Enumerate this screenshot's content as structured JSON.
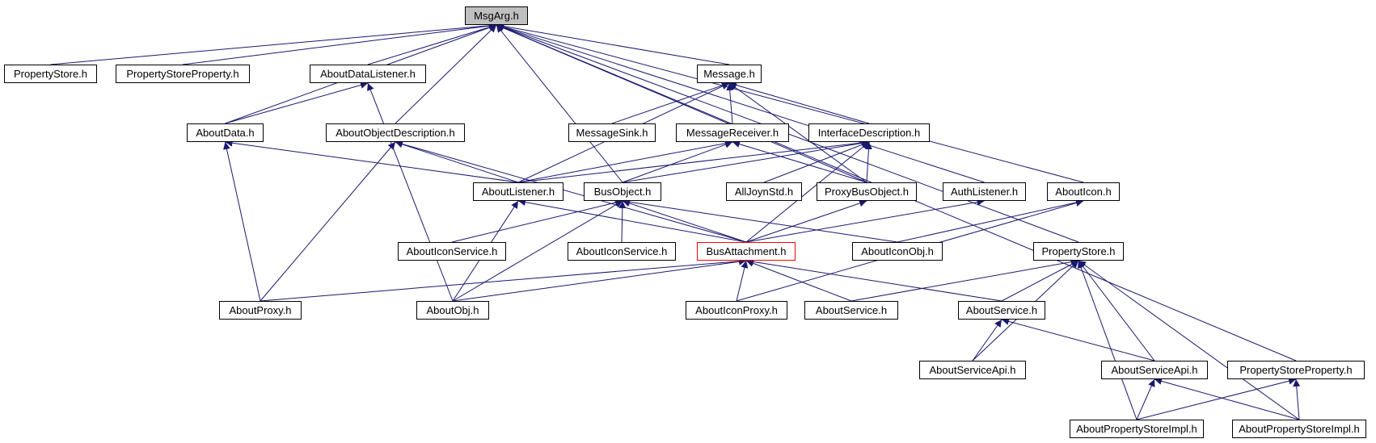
{
  "colors": {
    "edge": "#191970",
    "node_border": "#000000",
    "root_fill": "#bfbfbf",
    "highlight_border": "#ff0000"
  },
  "nodes": [
    {
      "id": "msgarg",
      "label": "MsgArg.h",
      "kind": "root"
    },
    {
      "id": "ps_top",
      "label": "PropertyStore.h"
    },
    {
      "id": "psp_top",
      "label": "PropertyStoreProperty.h"
    },
    {
      "id": "adl",
      "label": "AboutDataListener.h"
    },
    {
      "id": "message",
      "label": "Message.h"
    },
    {
      "id": "aboutdata",
      "label": "AboutData.h"
    },
    {
      "id": "aod",
      "label": "AboutObjectDescription.h"
    },
    {
      "id": "msgsink",
      "label": "MessageSink.h"
    },
    {
      "id": "msgrecv",
      "label": "MessageReceiver.h"
    },
    {
      "id": "ifdesc",
      "label": "InterfaceDescription.h"
    },
    {
      "id": "alistener",
      "label": "AboutListener.h"
    },
    {
      "id": "busobj",
      "label": "BusObject.h"
    },
    {
      "id": "alljoynstd",
      "label": "AllJoynStd.h"
    },
    {
      "id": "proxy",
      "label": "ProxyBusObject.h"
    },
    {
      "id": "authl",
      "label": "AuthListener.h"
    },
    {
      "id": "aicon",
      "label": "AboutIcon.h"
    },
    {
      "id": "aisvc1",
      "label": "AboutIconService.h"
    },
    {
      "id": "aisvc2",
      "label": "AboutIconService.h"
    },
    {
      "id": "busatt",
      "label": "BusAttachment.h",
      "kind": "highlight"
    },
    {
      "id": "aiobj",
      "label": "AboutIconObj.h"
    },
    {
      "id": "ps_mid",
      "label": "PropertyStore.h"
    },
    {
      "id": "aproxy",
      "label": "AboutProxy.h"
    },
    {
      "id": "aobj",
      "label": "AboutObj.h"
    },
    {
      "id": "aiproxy",
      "label": "AboutIconProxy.h"
    },
    {
      "id": "asvc1",
      "label": "AboutService.h"
    },
    {
      "id": "asvc2",
      "label": "AboutService.h"
    },
    {
      "id": "asapi1",
      "label": "AboutServiceApi.h"
    },
    {
      "id": "asapi2",
      "label": "AboutServiceApi.h"
    },
    {
      "id": "psp_bot",
      "label": "PropertyStoreProperty.h"
    },
    {
      "id": "apsi1",
      "label": "AboutPropertyStoreImpl.h"
    },
    {
      "id": "apsi2",
      "label": "AboutPropertyStoreImpl.h"
    }
  ],
  "edges": [
    [
      "ps_top",
      "msgarg"
    ],
    [
      "psp_top",
      "msgarg"
    ],
    [
      "adl",
      "msgarg"
    ],
    [
      "aboutdata",
      "msgarg"
    ],
    [
      "aod",
      "msgarg"
    ],
    [
      "busobj",
      "msgarg"
    ],
    [
      "message",
      "msgarg"
    ],
    [
      "proxy",
      "msgarg"
    ],
    [
      "authl",
      "msgarg"
    ],
    [
      "aicon",
      "msgarg"
    ],
    [
      "ps_mid",
      "msgarg"
    ],
    [
      "psp_bot",
      "msgarg"
    ],
    [
      "aboutdata",
      "adl"
    ],
    [
      "aobj",
      "adl"
    ],
    [
      "msgsink",
      "message"
    ],
    [
      "msgrecv",
      "message"
    ],
    [
      "ifdesc",
      "message"
    ],
    [
      "proxy",
      "message"
    ],
    [
      "alistener",
      "message"
    ],
    [
      "alistener",
      "aboutdata"
    ],
    [
      "aproxy",
      "aboutdata"
    ],
    [
      "alistener",
      "aod"
    ],
    [
      "aproxy",
      "aod"
    ],
    [
      "busatt",
      "aod"
    ],
    [
      "alistener",
      "msgrecv"
    ],
    [
      "busobj",
      "msgrecv"
    ],
    [
      "proxy",
      "msgrecv"
    ],
    [
      "alistener",
      "ifdesc"
    ],
    [
      "busobj",
      "ifdesc"
    ],
    [
      "alljoynstd",
      "ifdesc"
    ],
    [
      "proxy",
      "ifdesc"
    ],
    [
      "busatt",
      "ifdesc"
    ],
    [
      "busatt",
      "alistener"
    ],
    [
      "aobj",
      "alistener"
    ],
    [
      "aisvc1",
      "busobj"
    ],
    [
      "aisvc2",
      "busobj"
    ],
    [
      "busatt",
      "busobj"
    ],
    [
      "aiobj",
      "busobj"
    ],
    [
      "aobj",
      "busobj"
    ],
    [
      "busatt",
      "proxy"
    ],
    [
      "busatt",
      "authl"
    ],
    [
      "aiobj",
      "aicon"
    ],
    [
      "aiproxy",
      "aicon"
    ],
    [
      "aproxy",
      "busatt"
    ],
    [
      "aobj",
      "busatt"
    ],
    [
      "aiproxy",
      "busatt"
    ],
    [
      "asvc1",
      "busatt"
    ],
    [
      "asvc2",
      "busatt"
    ],
    [
      "asvc1",
      "ps_mid"
    ],
    [
      "asvc2",
      "ps_mid"
    ],
    [
      "asapi1",
      "ps_mid"
    ],
    [
      "asapi2",
      "ps_mid"
    ],
    [
      "apsi1",
      "ps_mid"
    ],
    [
      "apsi2",
      "ps_mid"
    ],
    [
      "asapi1",
      "asvc2"
    ],
    [
      "asapi2",
      "asvc2"
    ],
    [
      "apsi1",
      "asapi2"
    ],
    [
      "apsi2",
      "asapi2"
    ],
    [
      "apsi1",
      "psp_bot"
    ],
    [
      "apsi2",
      "psp_bot"
    ]
  ]
}
